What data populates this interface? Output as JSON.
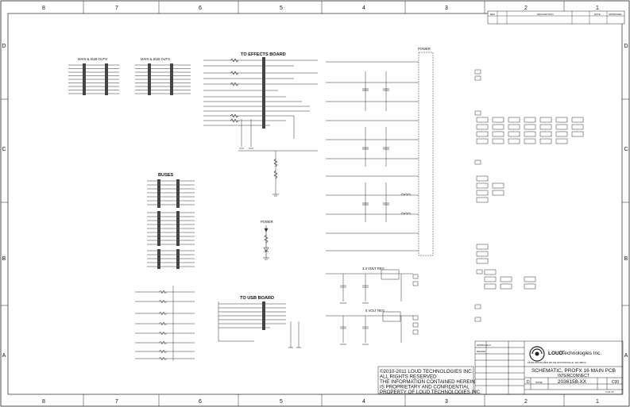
{
  "zones_top": [
    "8",
    "7",
    "6",
    "5",
    "4",
    "3",
    "2",
    "1"
  ],
  "zones_side": [
    "D",
    "C",
    "B",
    "A"
  ],
  "sections": {
    "main_sub_1": "MAIN & SUB OUTS",
    "main_sub_2": "MAIN & SUB OUTS",
    "effects": "TO EFFECTS BOARD",
    "buses": "BUSES",
    "power_led": "POWER",
    "power_rail": "POWER",
    "usb": "TO USB BOARD",
    "v33": "3.3 VOLT REG",
    "v5": "5 VOLT REG"
  },
  "revision_header": {
    "rev": "REV",
    "description": "DESCRIPTION",
    "date": "DATE",
    "approved": "APPROVED"
  },
  "title_block": {
    "company": "Technologies Inc.",
    "logo_text": "LOUD",
    "address": "16220 WOOD-RED RD NE WOODINVILLE, WA 98072",
    "title_line1": "SCHEMATIC, PROFX 16 MAIN PCB",
    "title_line2": "INTERCONNECT",
    "drawing_number": "2036158-XX",
    "revision": "C00",
    "size": "D",
    "scale": "NONE",
    "sheet": "4 OF 17",
    "approvals_label": "APPROVALS",
    "drawn_label": "DRAWN"
  },
  "copyright": [
    "©2010-2011 LOUD TECHNOLOGIES INC.",
    "ALL RIGHTS RESERVED",
    "THE INFORMATION CONTAINED HEREIN",
    "IS PROPRIETARY AND CONFIDENTIAL",
    "PROPERTY OF LOUD TECHNOLOGIES INC."
  ]
}
